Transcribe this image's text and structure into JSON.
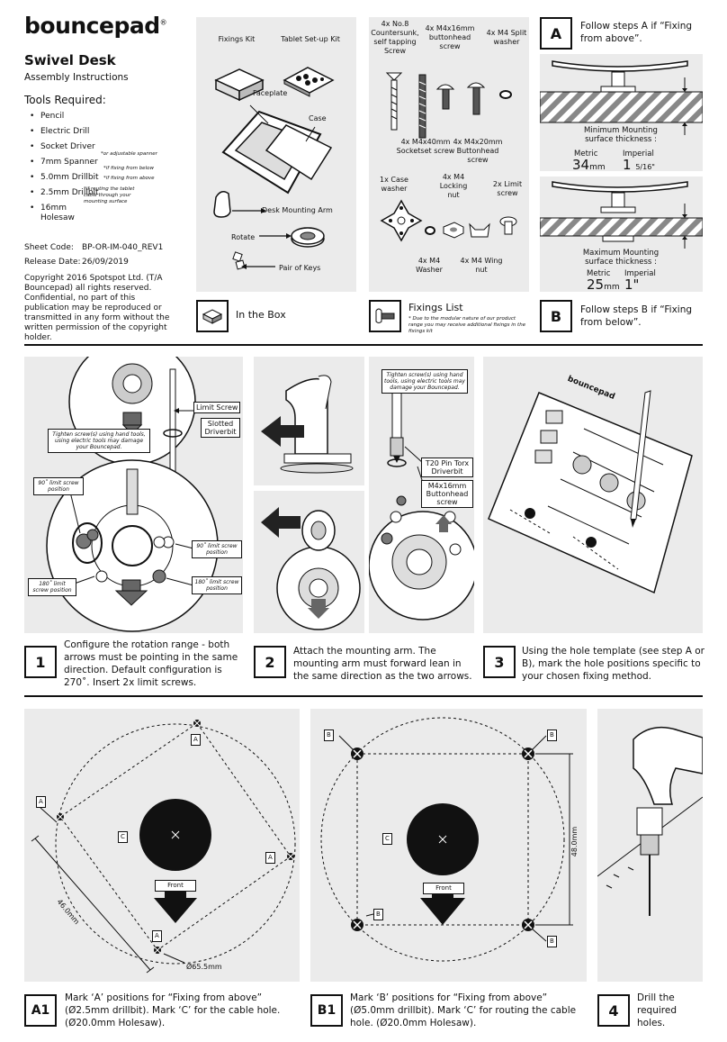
{
  "brand": "bouncepad",
  "registered": "®",
  "title": "Swivel Desk",
  "subtitle": "Assembly Instructions",
  "tools": {
    "heading": "Tools Required:",
    "items": [
      "Pencil",
      "Electric Drill",
      "Socket Driver",
      "7mm Spanner",
      "5.0mm Drillbit",
      "2.5mm Drillbit",
      "16mm Holesaw"
    ],
    "notes": [
      "*or adjustable spanner",
      "*if fixing from below",
      "*if fixing from above",
      "*if routing the tablet cable through your mounting surface"
    ]
  },
  "meta": {
    "sheet_code_label": "Sheet Code:",
    "sheet_code": "BP-OR-IM-040_REV1",
    "release_label": "Release Date:",
    "release_date": "26/09/2019",
    "copyright": "Copyright 2016 Spotspot Ltd. (T/A Bouncepad) all rights reserved. Confidential, no part of this publication may be reproduced or transmitted in any form without the written permission of the copyright holder."
  },
  "in_box": {
    "fixings_kit": "Fixings Kit",
    "tablet_kit": "Tablet Set-up Kit",
    "faceplate": "Faceplate",
    "case": "Case",
    "desk_arm": "Desk Mounting  Arm",
    "rotate": "Rotate",
    "keys": "Pair of Keys",
    "footer": "In the Box"
  },
  "fixings": {
    "countersunk": "4x No.8 Countersunk, self tapping Screw",
    "buttonhead16": "4x M4x16mm buttonhead screw",
    "split_washer": "4x M4 Split washer",
    "socketset": "4x M4x40mm Socketset screw",
    "buttonhead20": "4x M4x20mm Buttonhead screw",
    "case_washer": "1x Case washer",
    "locking_nut": "4x M4 Locking nut",
    "limit_screw": "2x Limit screw",
    "m4_washer": "4x M4 Washer",
    "wing_nut": "4x M4 Wing nut",
    "footer": "Fixings List",
    "footer_note": "* Due to the modular nature of our product range you may receive additional fixings in the fixings kit"
  },
  "stepA": {
    "letter": "A",
    "text": "Follow steps A if “Fixing from above”.",
    "thickness_label": "Minimum Mounting surface thickness :",
    "metric_label": "Metric",
    "imperial_label": "Imperial",
    "metric": "34",
    "metric_unit": "mm",
    "imperial": "1",
    "imperial_frac": "5/16\""
  },
  "stepB": {
    "letter": "B",
    "text": "Follow steps B if “Fixing from below”.",
    "thickness_label": "Maximum Mounting surface thickness :",
    "metric_label": "Metric",
    "imperial_label": "Imperial",
    "metric": "25",
    "metric_unit": "mm",
    "imperial": "1\""
  },
  "step1": {
    "num": "1",
    "text": "Configure the rotation range - both arrows must be pointing in the same direction. Default configuration is 270˚. Insert 2x limit screws.",
    "limit_screw": "Limit Screw",
    "slotted": "Slotted Driverbit",
    "tighten": "Tighten screw(s) using hand tools, using electric tools may damage your Bouncepad.",
    "pos90_left": "90˚ limit screw position",
    "pos90_right": "90˚ limit screw position",
    "pos180_left": "180˚ limit screw position",
    "pos180_right": "180˚ limit screw position"
  },
  "step2": {
    "num": "2",
    "text": "Attach the mounting arm. The mounting arm must forward lean in the same direction as the two arrows.",
    "tighten": "Tighten screw(s) using hand tools, using electric tools may damage your Bouncepad.",
    "torx": "T20 Pin Torx Driverbit",
    "button": "M4x16mm Buttonhead screw"
  },
  "step3": {
    "num": "3",
    "text": "Using the hole template (see step A or B), mark the hole positions specific to your chosen fixing method.",
    "sheet_brand": "bouncepad"
  },
  "stepA1": {
    "num": "A1",
    "text": "Mark ‘A’ positions for “Fixing from above” (Ø2.5mm drillbit). Mark ‘C’ for the cable hole. (Ø20.0mm Holesaw).",
    "marker_a": "A",
    "marker_c": "C",
    "front": "Front",
    "dim": "46.0mm",
    "diameter": "Ø65.5mm"
  },
  "stepB1": {
    "num": "B1",
    "text": "Mark ‘B’ positions for “Fixing from above” (Ø5.0mm drillbit). Mark ‘C’ for routing the cable hole. (Ø20.0mm Holesaw).",
    "marker_b": "B",
    "marker_c": "C",
    "front": "Front",
    "dim": "48.0mm"
  },
  "step4": {
    "num": "4",
    "text": "Drill the required holes."
  }
}
